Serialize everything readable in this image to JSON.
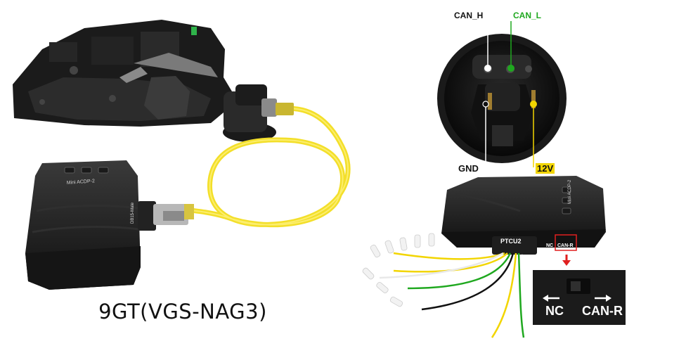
{
  "caption": "9GT(VGS-NAG3)",
  "pinout": {
    "can_h": "CAN_H",
    "can_l": "CAN_L",
    "gnd": "GND",
    "v12": "12V"
  },
  "adapter": {
    "port_label": "PTCU2",
    "switch_nc": "NC",
    "switch_can_r": "CAN-R",
    "zoom_nc": "NC",
    "zoom_can_r": "CAN-R",
    "brand_right": "Mini ACDP-2",
    "brand_left": "Mini ACDP-2",
    "db_label": "DB15-Male"
  },
  "colors": {
    "can_l": "#1fa81f",
    "v12": "#f2d500",
    "can_h": "#ffffff",
    "gnd": "#111111",
    "cable": "#f3df2a",
    "highlight": "#e01f1f"
  }
}
